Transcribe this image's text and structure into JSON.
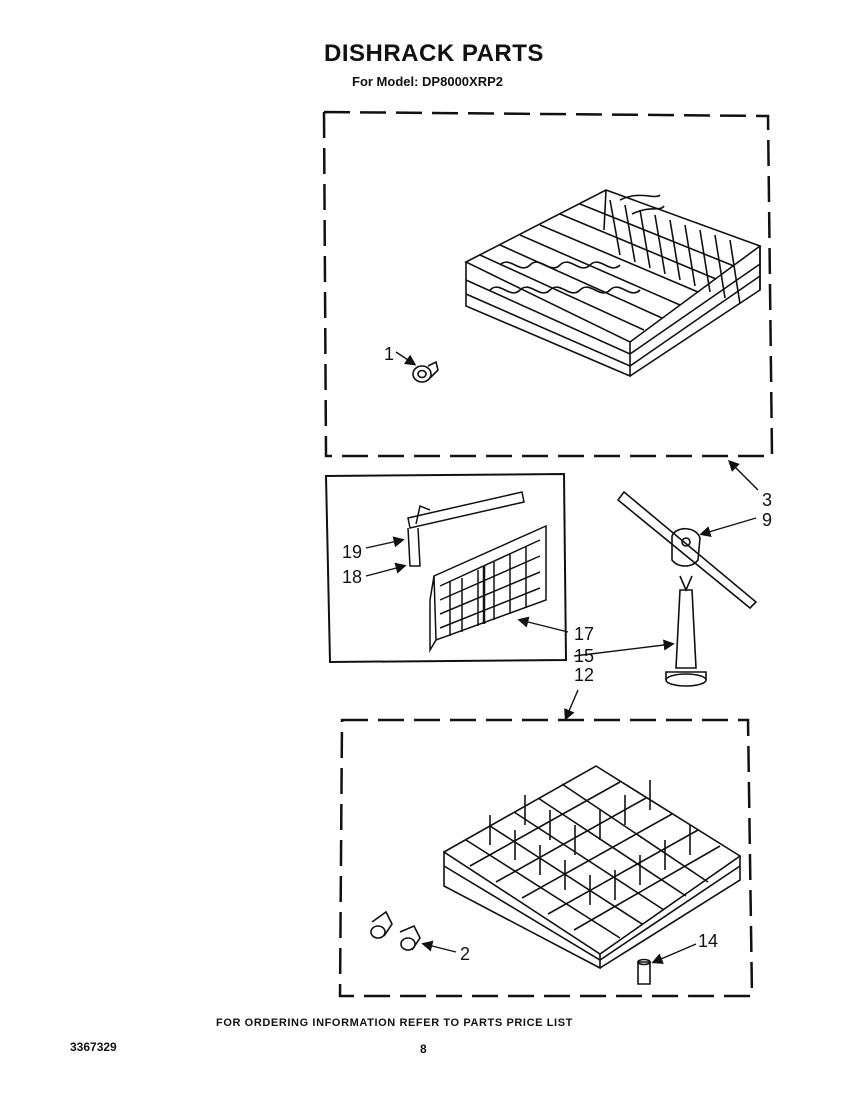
{
  "header": {
    "title": "DISHRACK PARTS",
    "subtitle": "For Model: DP8000XRP2"
  },
  "callouts": [
    "1",
    "2",
    "3",
    "9",
    "12",
    "14",
    "15",
    "17",
    "18",
    "19"
  ],
  "footer": {
    "note": "FOR ORDERING INFORMATION REFER TO PARTS PRICE LIST",
    "doc_number": "3367329",
    "page_number": "8"
  }
}
